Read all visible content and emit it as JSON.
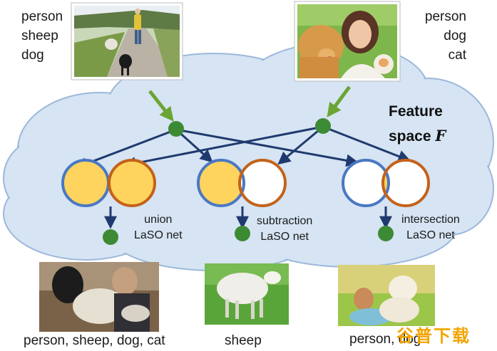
{
  "top_left_labels": [
    "person",
    "sheep",
    "dog"
  ],
  "top_right_labels": [
    "person",
    "dog",
    "cat"
  ],
  "feature_space": {
    "line1": "Feature",
    "line2_text": "space",
    "line2_symbol": "F"
  },
  "operations": [
    {
      "name_line1": "union",
      "name_line2": "LaSO net"
    },
    {
      "name_line1": "subtraction",
      "name_line2": "LaSO net"
    },
    {
      "name_line1": "intersection",
      "name_line2": "LaSO net"
    }
  ],
  "result_captions": [
    "person, sheep, dog, cat",
    "sheep",
    "person, dog"
  ],
  "watermark": "谷普下载",
  "colors": {
    "cloud_fill": "#d6e4f3",
    "cloud_stroke": "#9cb8da",
    "node_green": "#3d8a35",
    "arrow_navy": "#1f3a6e",
    "arrow_green": "#6aa534",
    "circle_blue": "#4a78c2",
    "circle_orange": "#c4621a",
    "fill_yellow": "#ffd45e"
  }
}
